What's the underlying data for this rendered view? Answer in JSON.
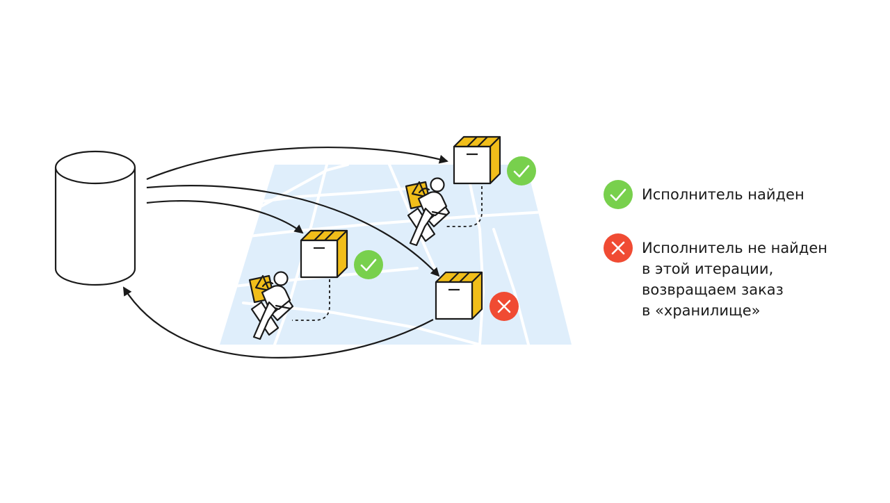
{
  "colors": {
    "map": "#dfeefb",
    "road": "#ffffff",
    "box_side": "#f1be1a",
    "outline": "#1a1a1a",
    "success": "#78d04d",
    "failure": "#f04b33"
  },
  "icons": {
    "storage": "cylinder-database-icon",
    "order": "parcel-box-icon",
    "courier": "courier-with-backpack-icon",
    "found": "checkmark-icon",
    "not_found": "cross-icon"
  },
  "legend": {
    "found": {
      "badge": "checkmark-icon",
      "lines": [
        "Исполнитель найден"
      ]
    },
    "not_found": {
      "badge": "cross-icon",
      "lines": [
        "Исполнитель не найден",
        "в этой итерации,",
        "возвращаем заказ",
        "в «хранилище»"
      ]
    }
  }
}
